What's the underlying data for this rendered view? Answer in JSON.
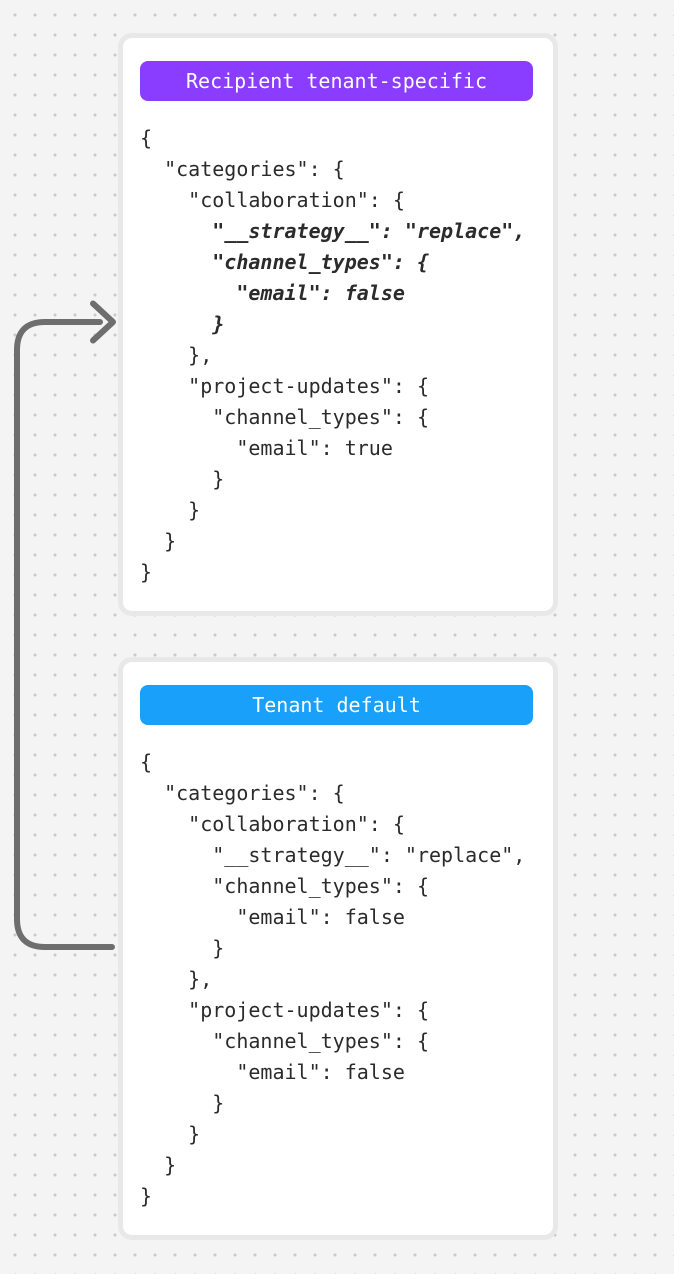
{
  "page": {
    "background_color": "#f4f4f5",
    "dot_color": "#c9c9c9",
    "card_ring_color": "#e8e8e8",
    "code_text_color": "#2b2b2b"
  },
  "arrow": {
    "color": "#6e6e6e",
    "direction": "from tenant-default card up to recipient-tenant-specific card"
  },
  "cards": [
    {
      "badge": {
        "label": "Recipient tenant-specific",
        "color": "#8b3dff"
      },
      "code_lines": [
        {
          "text": "{",
          "emphasis": false
        },
        {
          "text": "  \"categories\": {",
          "emphasis": false
        },
        {
          "text": "    \"collaboration\": {",
          "emphasis": false
        },
        {
          "text": "      \"__strategy__\": \"replace\",",
          "emphasis": true
        },
        {
          "text": "      \"channel_types\": {",
          "emphasis": true
        },
        {
          "text": "        \"email\": false",
          "emphasis": true
        },
        {
          "text": "      }",
          "emphasis": true
        },
        {
          "text": "    },",
          "emphasis": false
        },
        {
          "text": "    \"project-updates\": {",
          "emphasis": false
        },
        {
          "text": "      \"channel_types\": {",
          "emphasis": false
        },
        {
          "text": "        \"email\": true",
          "emphasis": false
        },
        {
          "text": "      }",
          "emphasis": false
        },
        {
          "text": "    }",
          "emphasis": false
        },
        {
          "text": "  }",
          "emphasis": false
        },
        {
          "text": "}",
          "emphasis": false
        }
      ]
    },
    {
      "badge": {
        "label": "Tenant default",
        "color": "#18a0fb"
      },
      "code_lines": [
        {
          "text": "{",
          "emphasis": false
        },
        {
          "text": "  \"categories\": {",
          "emphasis": false
        },
        {
          "text": "    \"collaboration\": {",
          "emphasis": false
        },
        {
          "text": "      \"__strategy__\": \"replace\",",
          "emphasis": false
        },
        {
          "text": "      \"channel_types\": {",
          "emphasis": false
        },
        {
          "text": "        \"email\": false",
          "emphasis": false
        },
        {
          "text": "      }",
          "emphasis": false
        },
        {
          "text": "    },",
          "emphasis": false
        },
        {
          "text": "    \"project-updates\": {",
          "emphasis": false
        },
        {
          "text": "      \"channel_types\": {",
          "emphasis": false
        },
        {
          "text": "        \"email\": false",
          "emphasis": false
        },
        {
          "text": "      }",
          "emphasis": false
        },
        {
          "text": "    }",
          "emphasis": false
        },
        {
          "text": "  }",
          "emphasis": false
        },
        {
          "text": "}",
          "emphasis": false
        }
      ]
    }
  ]
}
